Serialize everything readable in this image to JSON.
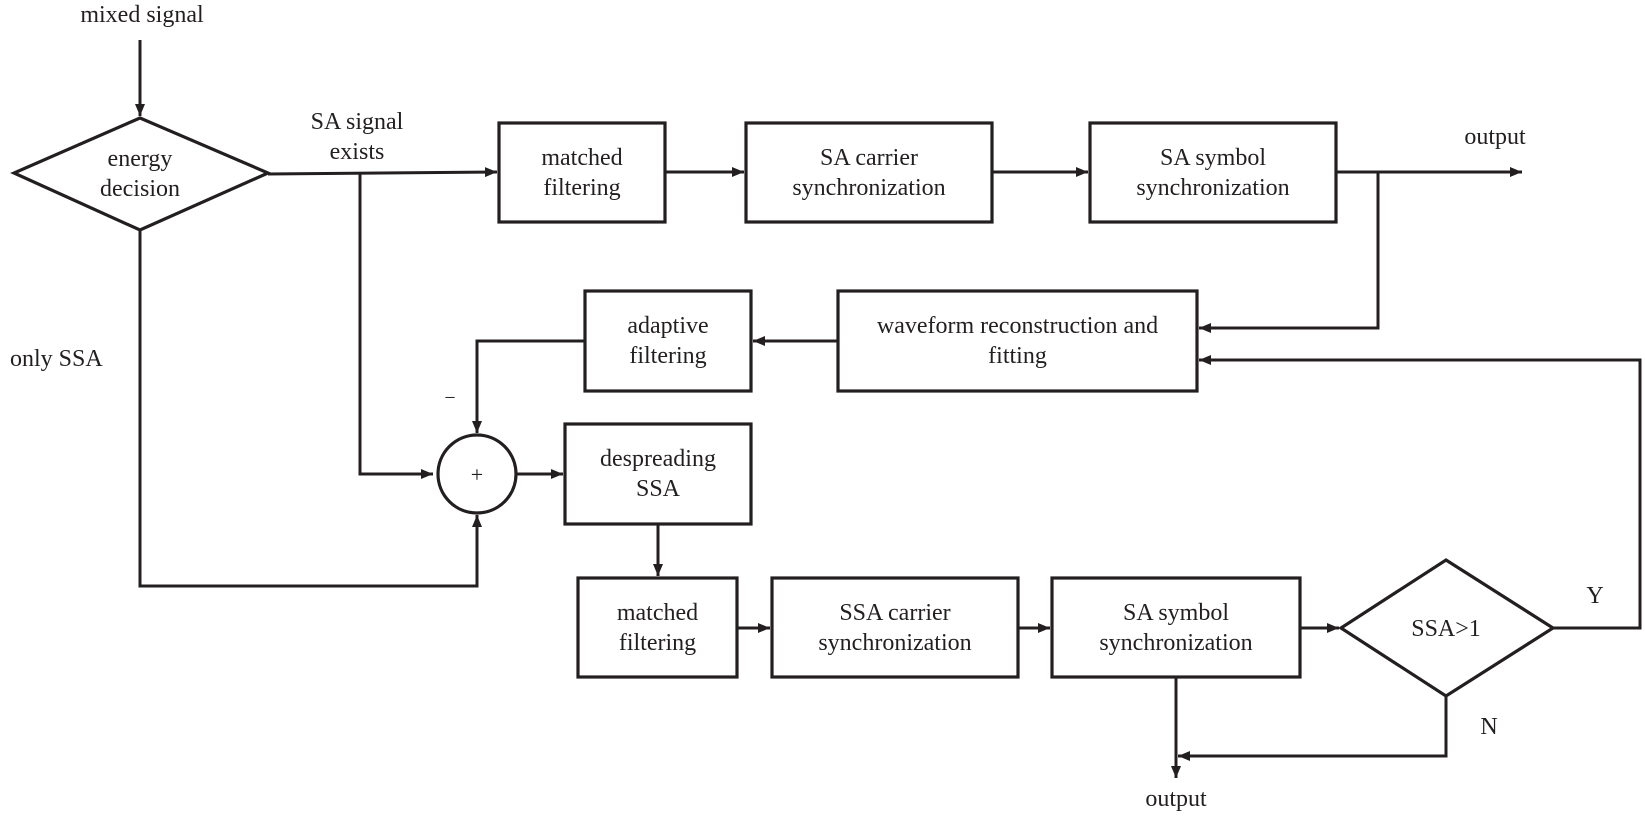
{
  "inputs": {
    "mixed_signal": "mixed signal"
  },
  "decisions": {
    "energy": [
      "energy",
      "decision"
    ],
    "ssa": "SSA>1"
  },
  "edges": {
    "sa_exists": [
      "SA signal",
      "exists"
    ],
    "only_ssa": "only SSA",
    "minus": "−",
    "yes": "Y",
    "no": "N"
  },
  "blocks": {
    "matched_filtering_top": [
      "matched",
      "filtering"
    ],
    "sa_carrier_sync": [
      "SA carrier",
      "synchronization"
    ],
    "sa_symbol_sync_top": [
      "SA symbol",
      "synchronization"
    ],
    "waveform_reconstruction": [
      "waveform reconstruction and",
      "fitting"
    ],
    "adaptive_filtering": [
      "adaptive",
      "filtering"
    ],
    "despreading": [
      "despreading",
      "SSA"
    ],
    "matched_filtering_bottom": [
      "matched",
      "filtering"
    ],
    "ssa_carrier_sync": [
      "SSA carrier",
      "synchronization"
    ],
    "sa_symbol_sync_bottom": [
      "SA symbol",
      "synchronization"
    ]
  },
  "summer": {
    "symbol": "+"
  },
  "outputs": {
    "top": "output",
    "bottom": "output"
  }
}
